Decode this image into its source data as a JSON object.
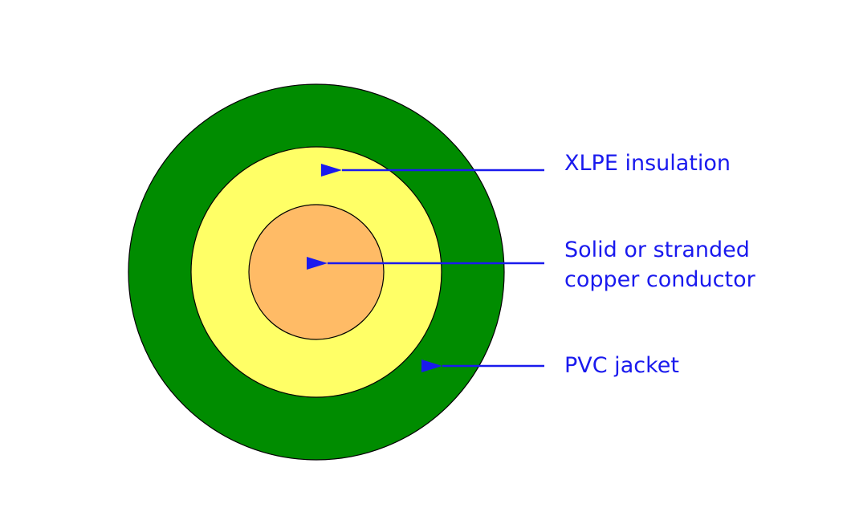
{
  "colors": {
    "jacket": "#008c00",
    "insulation": "#ffff66",
    "conductor": "#ffbb66",
    "outline": "#000000",
    "arrow": "#1a1aee",
    "label_text": "#1a1aee"
  },
  "labels": {
    "insulation": "XLPE insulation",
    "conductor_line1": "Solid or stranded",
    "conductor_line2": "copper conductor",
    "jacket": "PVC jacket"
  }
}
